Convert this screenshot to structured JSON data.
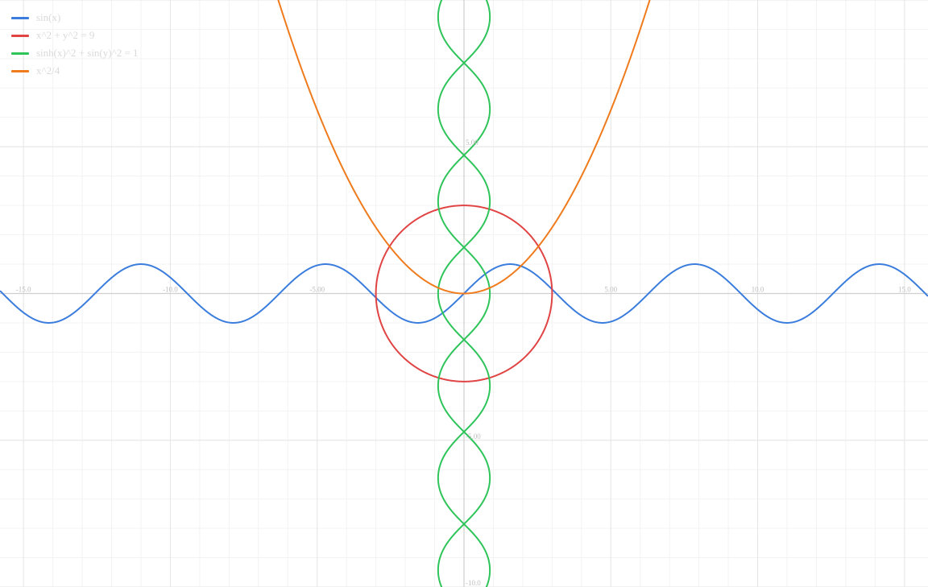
{
  "chart_data": {
    "type": "line",
    "xlim": [
      -15.8,
      15.8
    ],
    "ylim": [
      -10.0,
      10.0
    ],
    "grid": true,
    "legend_position": "top-left",
    "x_ticks": [
      {
        "value": -15,
        "label": "-15.0"
      },
      {
        "value": -10,
        "label": "-10.0"
      },
      {
        "value": -5,
        "label": "-5.00"
      },
      {
        "value": 5,
        "label": "5.00"
      },
      {
        "value": 10,
        "label": "10.0"
      },
      {
        "value": 15,
        "label": "15.0"
      }
    ],
    "y_ticks": [
      {
        "value": 5,
        "label": "5.00"
      },
      {
        "value": -5,
        "label": "-5.00"
      },
      {
        "value": -10,
        "label": "-10.0"
      }
    ],
    "series": [
      {
        "name": "sin(x)",
        "expression": "y = sin(x)",
        "color": "#3b7ddd"
      },
      {
        "name": "x^2 + y^2 = 9",
        "expression": "x^2 + y^2 = 9",
        "color": "#e04444"
      },
      {
        "name": "sinh(x)^2 + sin(y)^2 = 1",
        "expression": "sinh(x)^2 + sin(y)^2 = 1",
        "color": "#2ec45a"
      },
      {
        "name": "x^2/4",
        "expression": "y = x^2/4",
        "color": "#f07b1d"
      }
    ]
  }
}
